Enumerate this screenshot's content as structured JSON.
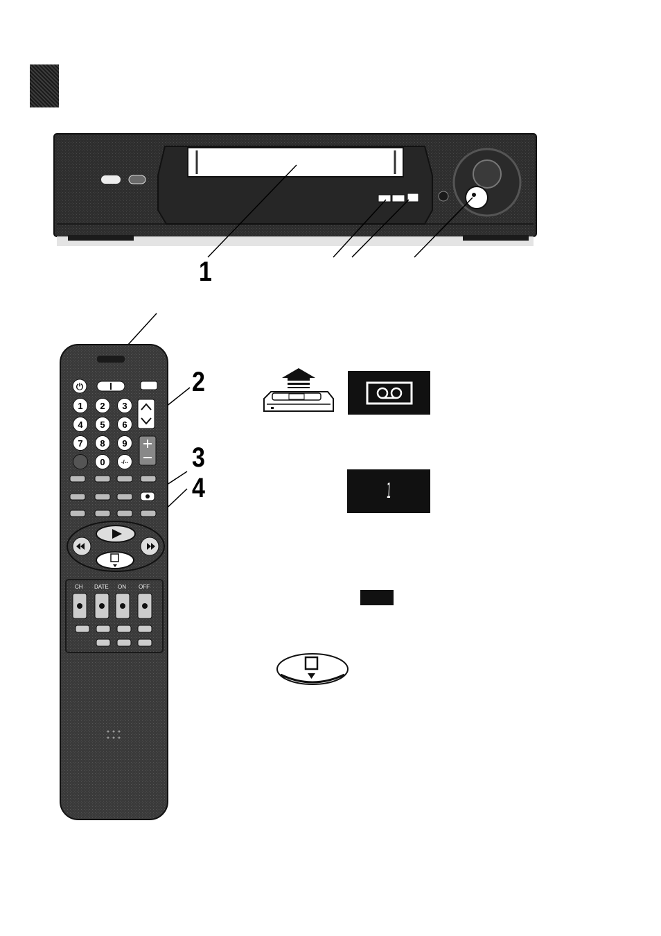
{
  "steps": {
    "s1": "1",
    "s2": "2",
    "s3": "3",
    "s4": "4"
  },
  "remote": {
    "keypad": [
      "1",
      "2",
      "3",
      "4",
      "5",
      "6",
      "7",
      "8",
      "9",
      "0",
      "-/--"
    ],
    "tray_labels": [
      "CH",
      "DATE",
      "ON",
      "OFF"
    ]
  },
  "displays": {
    "cassette_indicator": "cassette-icon",
    "counter_digit": "1"
  },
  "icons": {
    "eject": "eject-icon",
    "stop": "stop-icon",
    "power": "power-icon",
    "play": "play-icon",
    "rewind": "rewind-icon",
    "fast_forward": "fast-forward-icon"
  },
  "colors": {
    "device_body": "#2c2c2c",
    "display_bg": "#111111",
    "accent_white": "#ffffff"
  }
}
